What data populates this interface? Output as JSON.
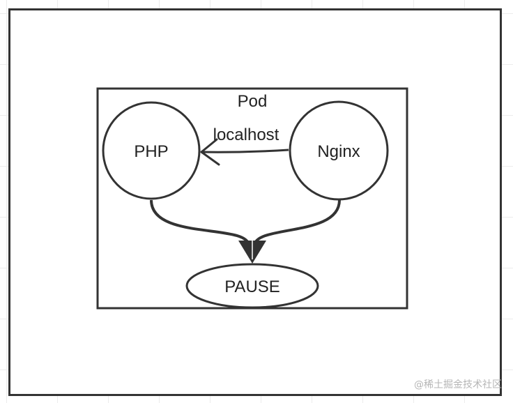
{
  "diagram": {
    "pod_label": "Pod",
    "edge_label": "localhost",
    "nodes": {
      "php": "PHP",
      "nginx": "Nginx",
      "pause": "PAUSE"
    }
  },
  "watermark": "@稀土掘金技术社区",
  "colors": {
    "stroke": "#333333",
    "text": "#222222",
    "background": "#ffffff",
    "watermark": "#b5b5b5"
  }
}
